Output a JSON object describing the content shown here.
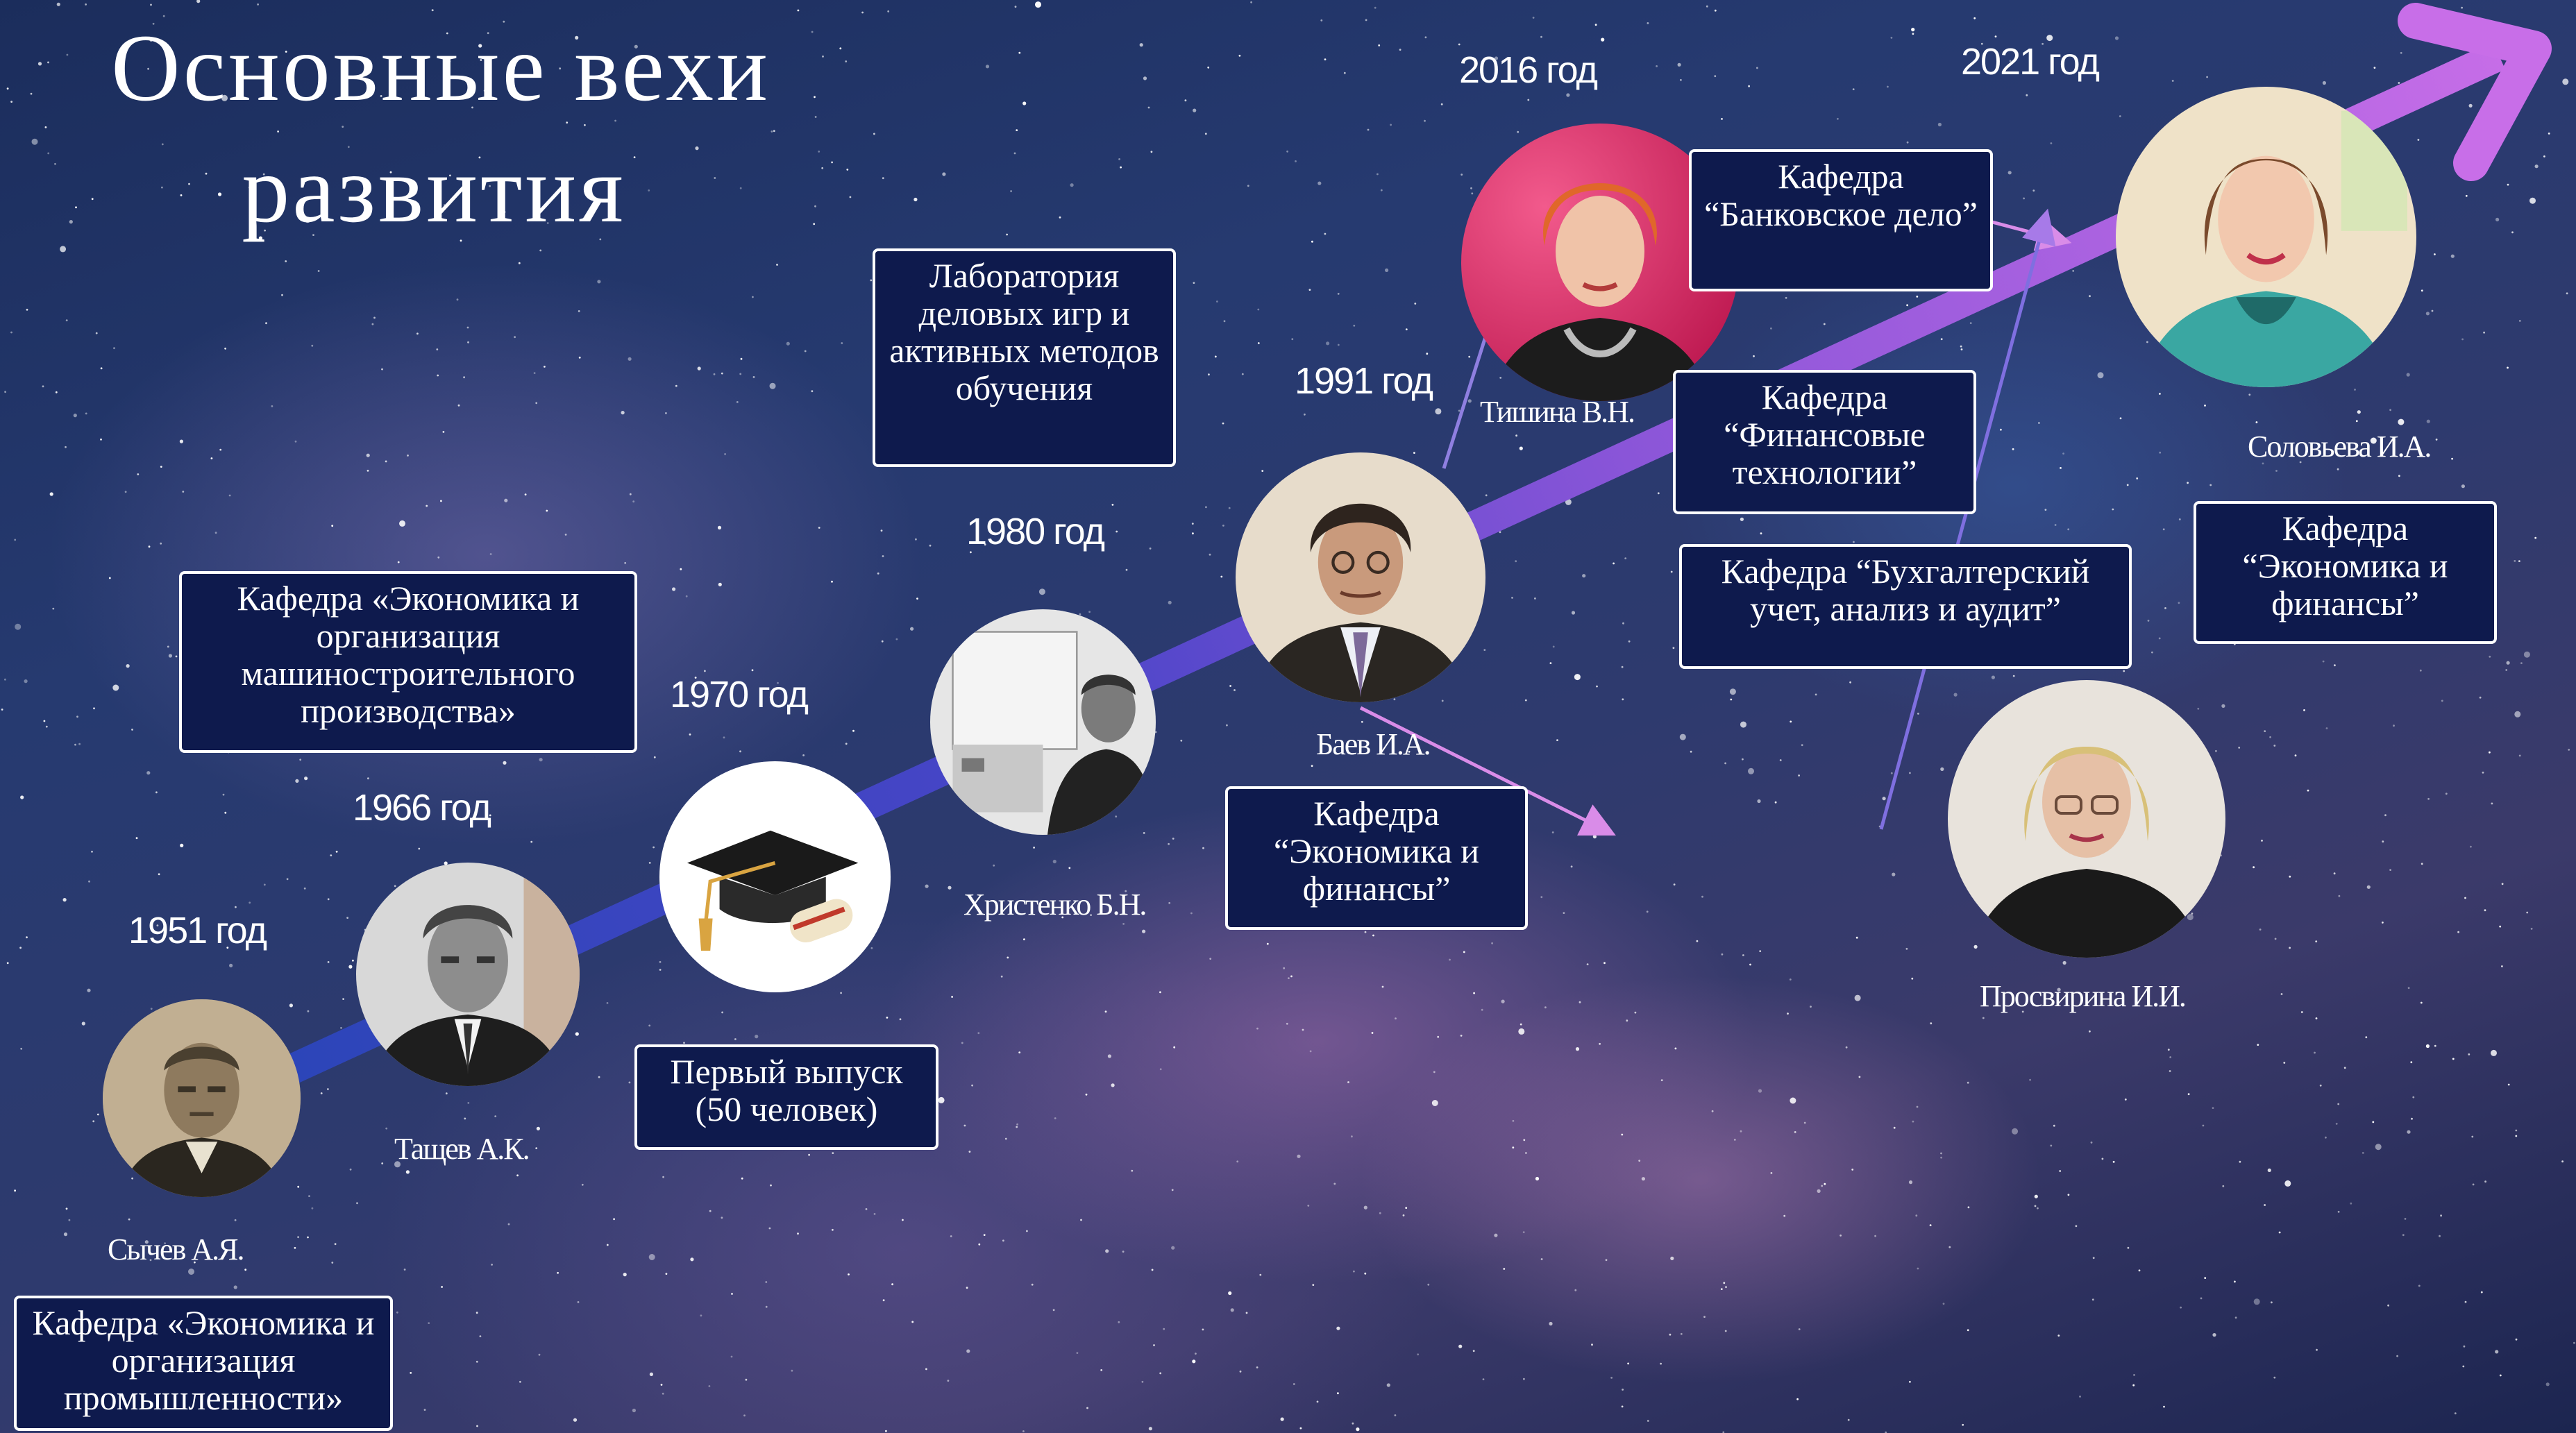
{
  "slide": {
    "title_line1": "Основные вехи",
    "title_line2": "развития"
  },
  "milestones": {
    "y1951": "1951 год",
    "y1966": "1966 год",
    "y1970": "1970 год",
    "y1980": "1980 год",
    "y1991": "1991 год",
    "y2016": "2016 год",
    "y2021": "2021 год"
  },
  "people": {
    "sychev": "Сычев А.Я.",
    "tashchev": "Тащев А.К.",
    "khristenko": "Христенко Б.Н.",
    "baev": "Баев И.А.",
    "tishina": "Тишина В.Н.",
    "solovyeva": "Соловьева И.А.",
    "prosvirina": "Просвирина И.И."
  },
  "boxes": {
    "dept_industry": "Кафедра «Экономика и организация промышленности»",
    "dept_machine": "Кафедра «Экономика и организация машиностроительного производства»",
    "first_graduation": "Первый выпуск (50 человек)",
    "lab_games": "Лаборатория деловых игр и активных методов обучения",
    "dept_econ_fin_1991": "Кафедра “Экономика и финансы”",
    "dept_banking": "Кафедра “Банковское дело”",
    "dept_fintech": "Кафедра “Финансовые технологии”",
    "dept_accounting": "Кафедра “Бухгалтерский учет, анализ и аудит”",
    "dept_econ_fin_2021": "Кафедра “Экономика и финансы”"
  },
  "colors": {
    "arrow_start": "#2d3fb0",
    "arrow_mid": "#7a4fd0",
    "arrow_end": "#c46ae6",
    "box_fill": "#0e1a4d",
    "box_border": "#ffffff"
  }
}
